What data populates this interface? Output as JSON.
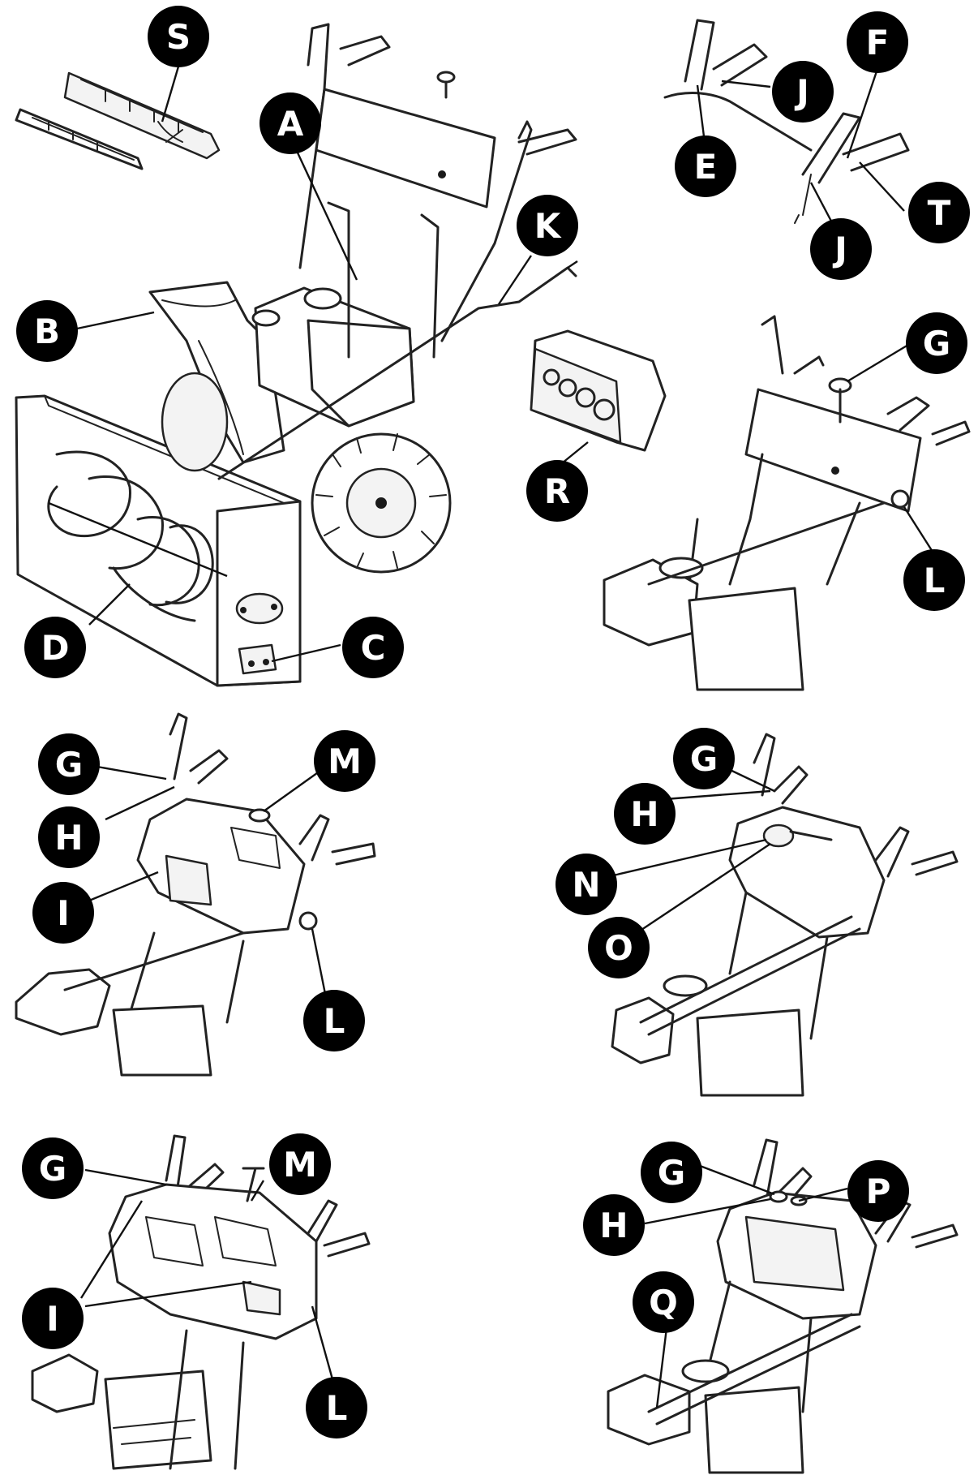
{
  "labels": {
    "S": "S",
    "A": "A",
    "B": "B",
    "D": "D",
    "C": "C",
    "K": "K",
    "R": "R",
    "J_top": "J",
    "E": "E",
    "F": "F",
    "T": "T",
    "J_bottom": "J",
    "G_p1": "G",
    "L_p1": "L",
    "G_p2": "G",
    "H_p2": "H",
    "M_p2": "M",
    "I_p2": "I",
    "L_p2": "L",
    "G_p3": "G",
    "H_p3": "H",
    "N_p3": "N",
    "O_p3": "O",
    "G_p4": "G",
    "M_p4": "M",
    "I_p4": "I",
    "L_p4": "L",
    "G_p5": "G",
    "H_p5": "H",
    "P_p5": "P",
    "Q_p5": "Q"
  },
  "colors": {
    "callout_fill": "#000000",
    "callout_text": "#ffffff",
    "line_art": "#222222"
  }
}
